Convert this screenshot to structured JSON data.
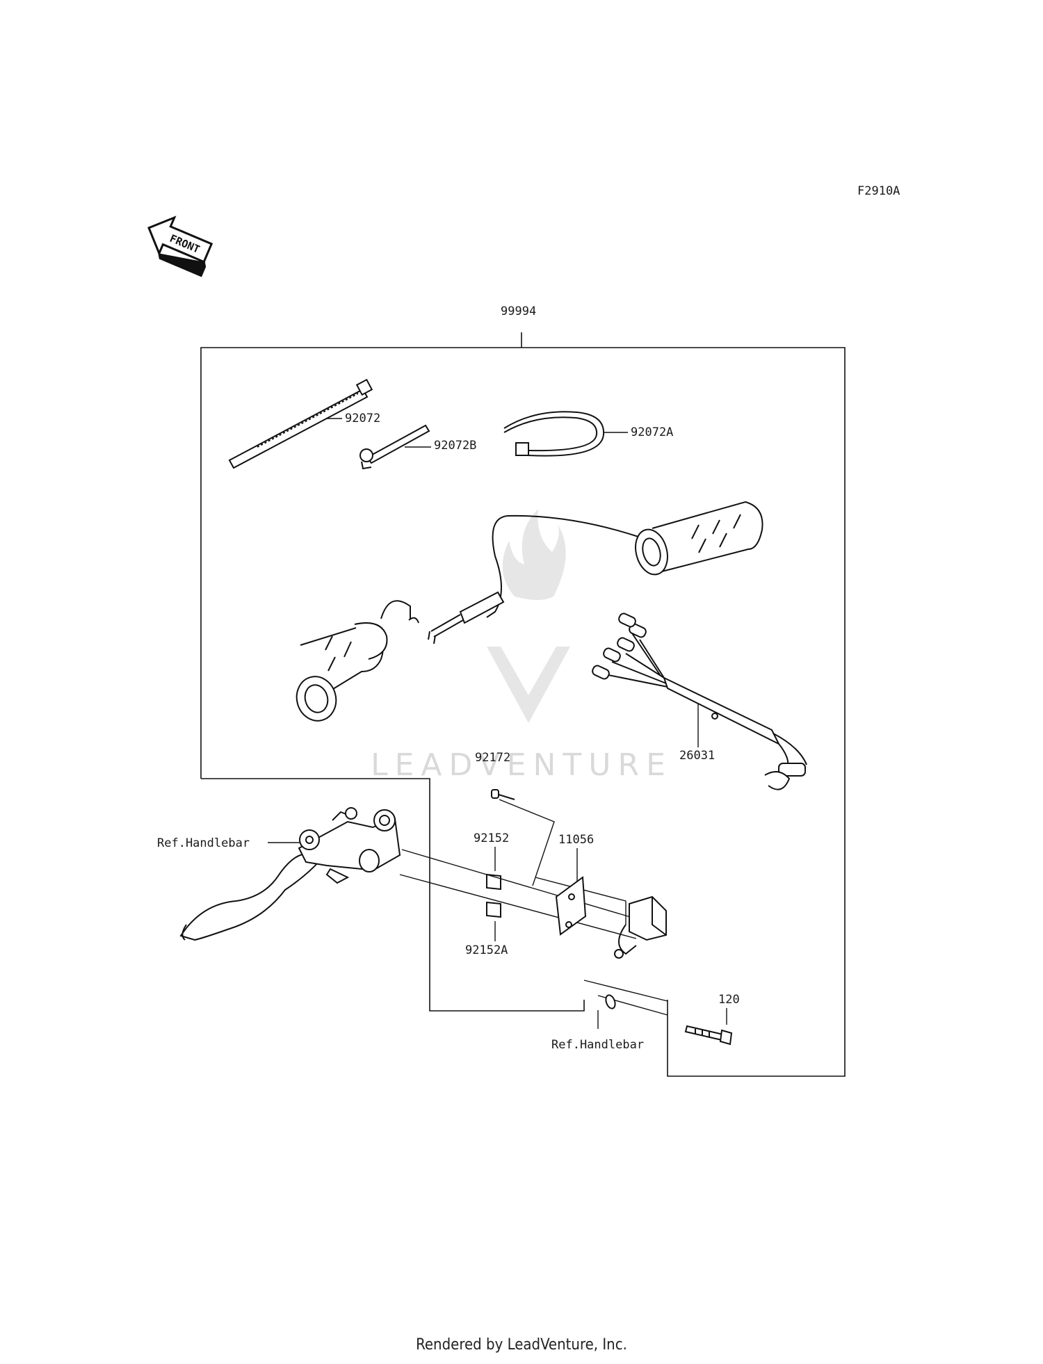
{
  "figure_code": "F2910A",
  "front_label": "FRONT",
  "watermark": "LEADVENTURE",
  "footer": "Rendered by LeadVenture, Inc.",
  "callouts": {
    "kit": "99994",
    "tie_band": "92072",
    "tie_band_b": "92072B",
    "tie_band_a": "92072A",
    "harness": "26031",
    "screw": "92172",
    "collar": "92152",
    "collar_a": "92152A",
    "bracket": "11056",
    "bolt": "120",
    "ref_handlebar_left": "Ref.Handlebar",
    "ref_handlebar_bottom": "Ref.Handlebar"
  }
}
